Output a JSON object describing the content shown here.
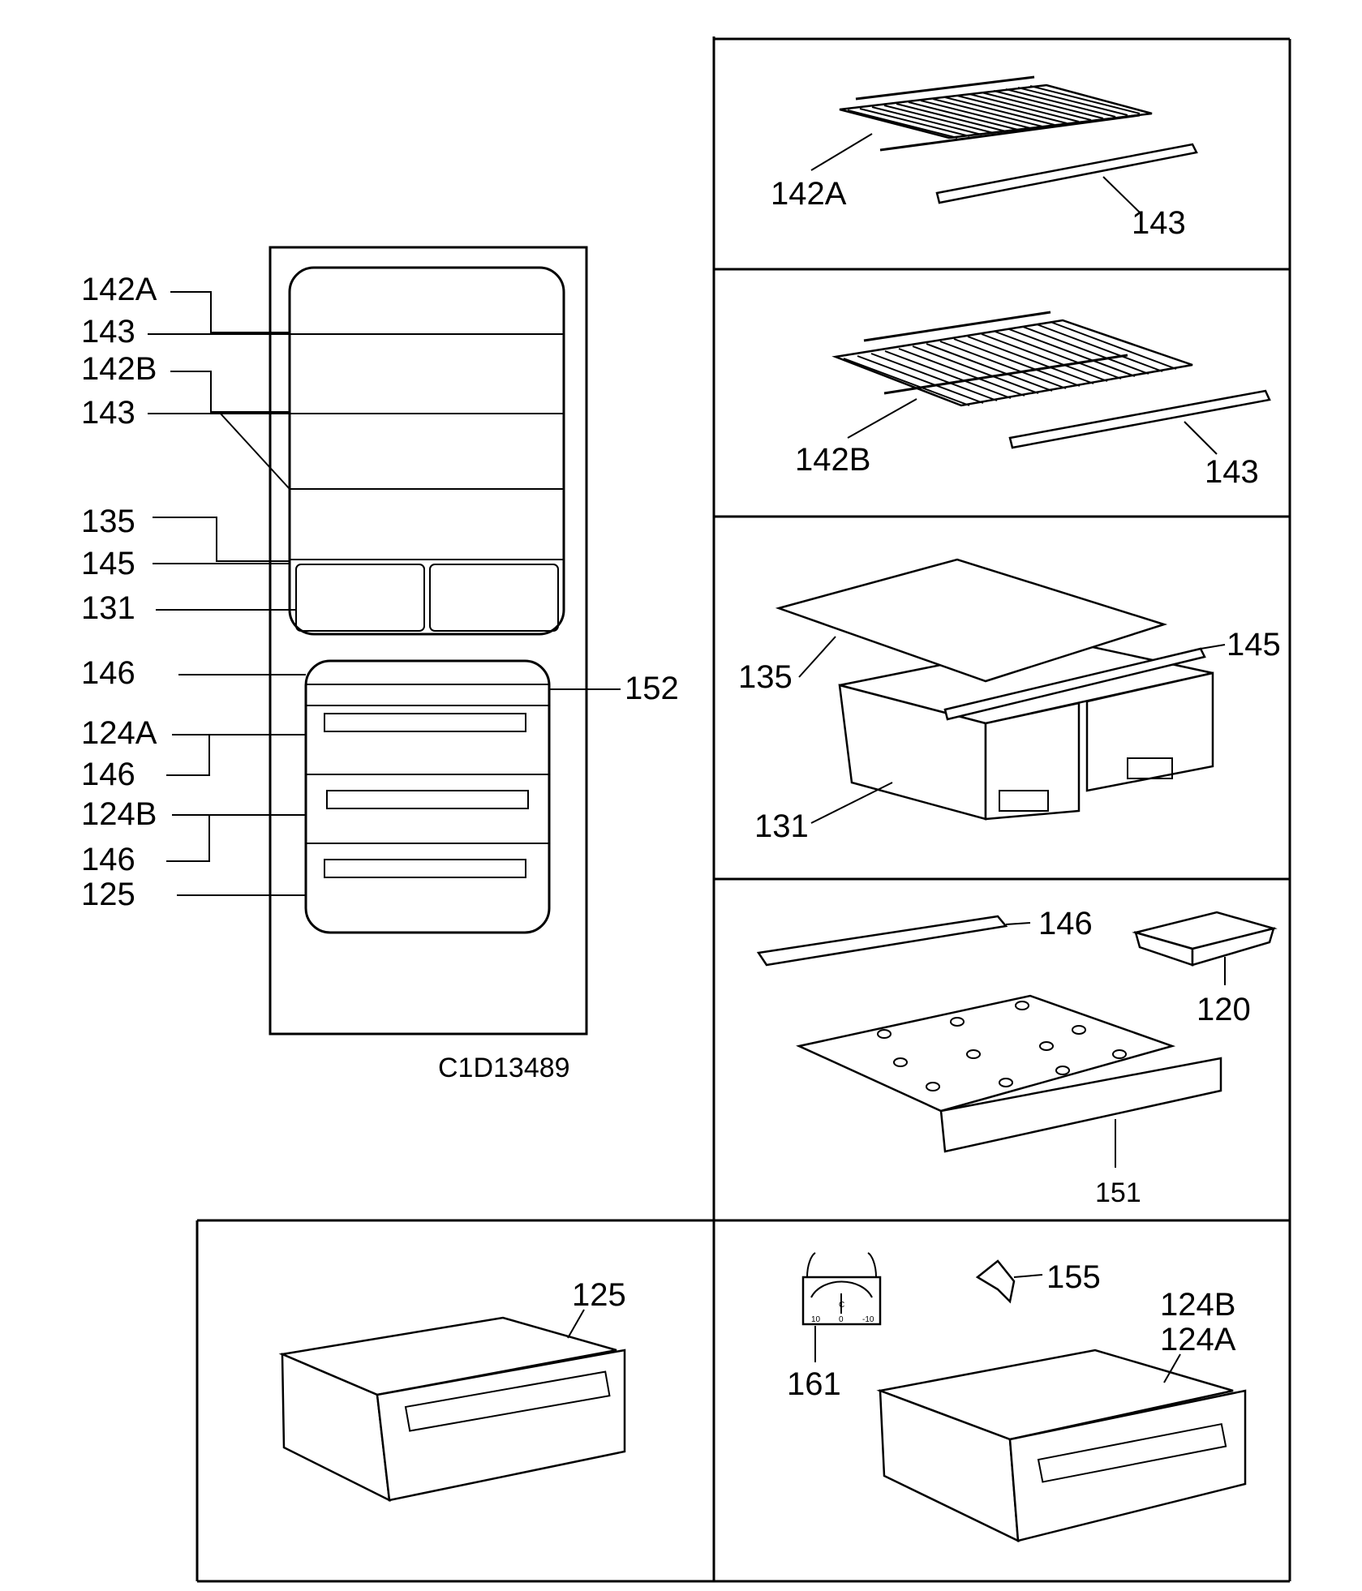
{
  "diagram_code": "C1D13489",
  "overview_labels": {
    "l1": "142A",
    "l2": "143",
    "l3": "142B",
    "l4": "143",
    "l5": "135",
    "l6": "145",
    "l7": "131",
    "l8": "146",
    "l9": "124A",
    "l10": "146",
    "l11": "124B",
    "l12": "146",
    "l13": "125",
    "r1": "152"
  },
  "panels": {
    "shelf_a": {
      "shelf": "142A",
      "strip": "143"
    },
    "shelf_b": {
      "shelf": "142B",
      "strip": "143"
    },
    "crisper": {
      "cover": "135",
      "strip": "145",
      "bins": "131"
    },
    "freezer_tray": {
      "strip": "146",
      "ice_tray": "120",
      "tray": "151"
    },
    "drawer_125": {
      "drawer": "125"
    },
    "drawer_124": {
      "thermometer": "161",
      "clip": "155",
      "drawer_b": "124B",
      "drawer_a": "124A"
    }
  },
  "thermometer_scale": {
    "left": "10",
    "mid": "0",
    "right": "-10",
    "unit": "C"
  }
}
